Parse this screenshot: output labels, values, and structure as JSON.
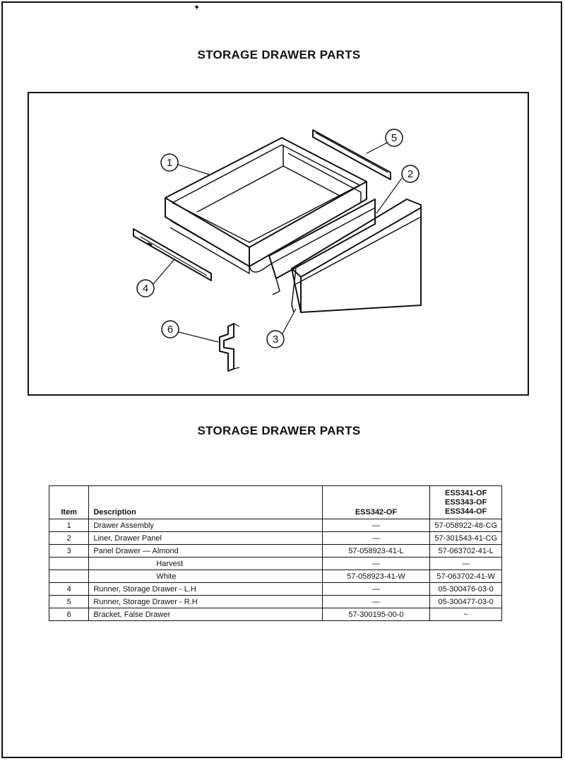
{
  "page": {
    "title_top": "STORAGE DRAWER PARTS",
    "title_bottom": "STORAGE DRAWER PARTS"
  },
  "diagram": {
    "callouts": [
      "1",
      "2",
      "3",
      "4",
      "5",
      "6"
    ]
  },
  "table": {
    "headers": {
      "item": "Item",
      "description": "Description",
      "model_a": "ESS342-OF",
      "model_b_lines": [
        "ESS341-OF",
        "ESS343-OF",
        "ESS344-OF"
      ]
    },
    "rows": [
      {
        "item": "1",
        "description": "Drawer Assembly",
        "a": "—",
        "b": "57-058922-48-CG"
      },
      {
        "item": "2",
        "description": "Liner, Drawer Panel",
        "a": "—",
        "b": "57-301543-41-CG"
      },
      {
        "item": "3",
        "description": "Panel Drawer — Almond",
        "a": "57-058923-41-L",
        "b": "57-063702-41-L"
      },
      {
        "item": "",
        "description": "Harvest",
        "a": "—",
        "b": "—"
      },
      {
        "item": "",
        "description": "White",
        "a": "57-058923-41-W",
        "b": "57-063702-41-W"
      },
      {
        "item": "4",
        "description": "Runner, Storage Drawer - L.H",
        "a": "—",
        "b": "05-300476-03-0"
      },
      {
        "item": "5",
        "description": "Runner, Storage Drawer - R.H",
        "a": "—",
        "b": "05-300477-03-0"
      },
      {
        "item": "6",
        "description": "Bracket, False Drawer",
        "a": "57-300195-00-0",
        "b": "~"
      }
    ]
  }
}
